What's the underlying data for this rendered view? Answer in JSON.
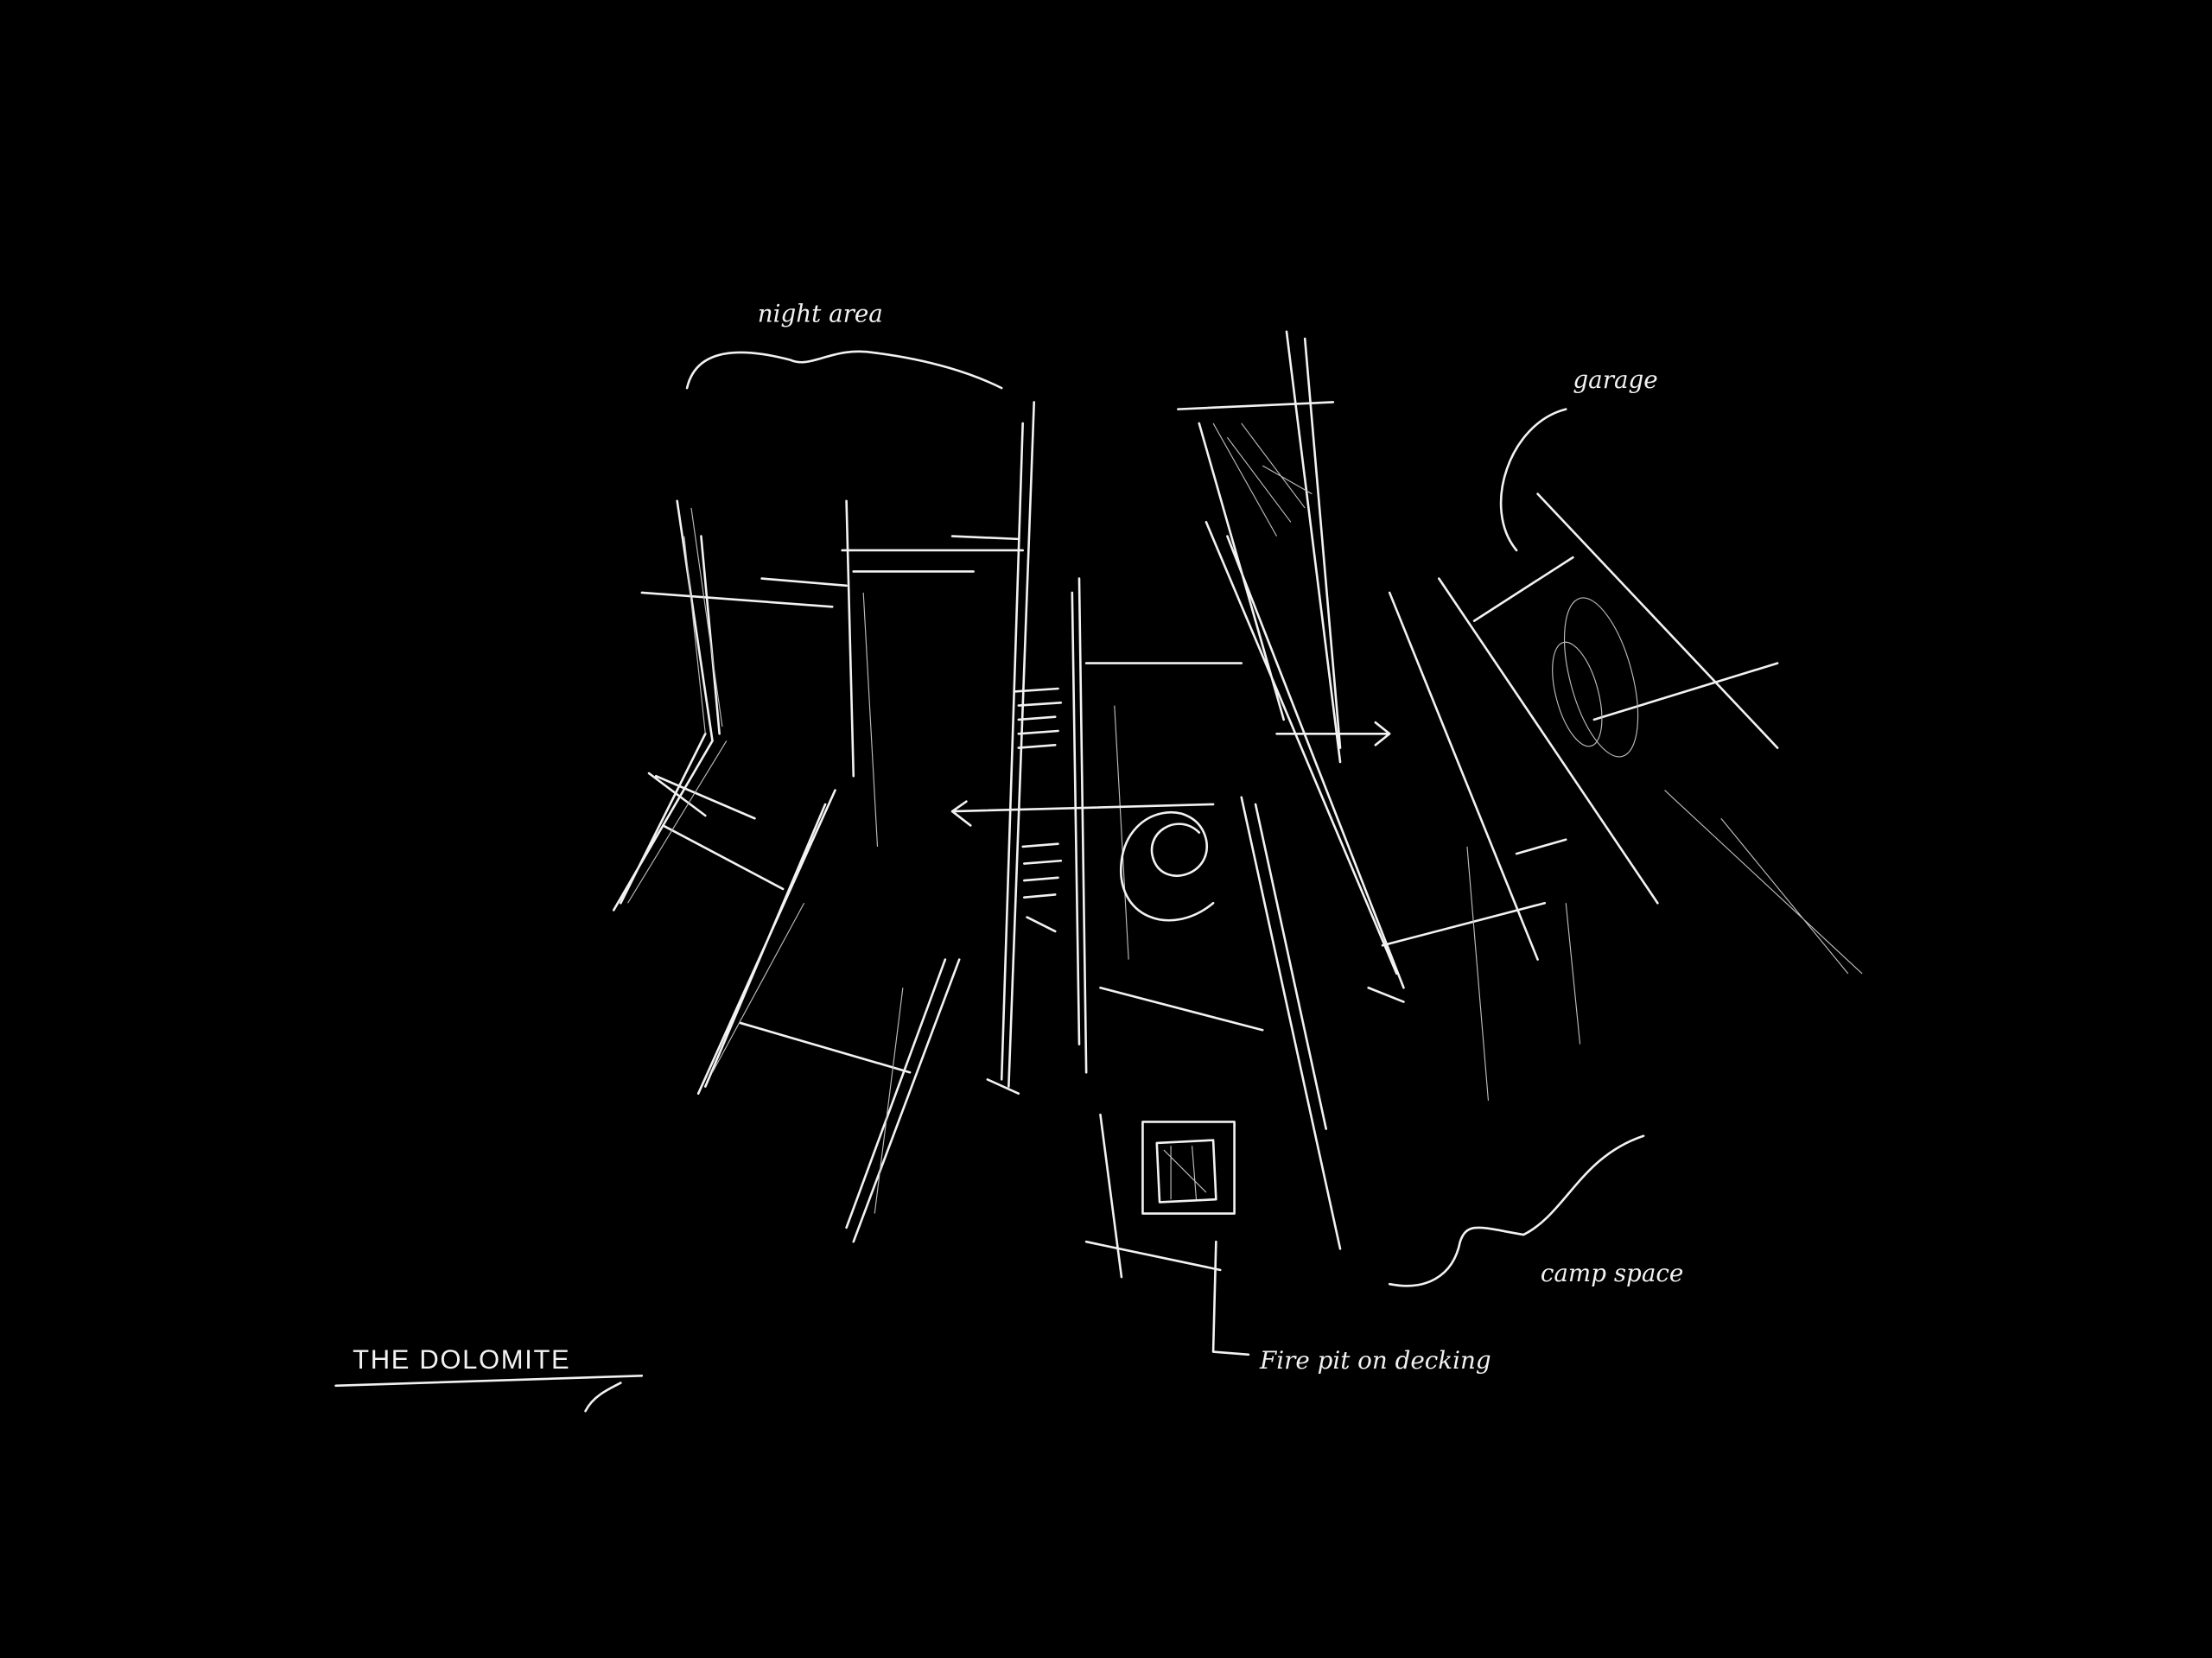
{
  "sketch": {
    "title": "THE DOLOMITE",
    "labels": {
      "night_area": "night area",
      "garage": "garage",
      "camp_space": "camp space",
      "fire_pit": "Fire pit on decking"
    },
    "colors": {
      "background": "#000000",
      "ink": "#f2f2f2"
    }
  }
}
